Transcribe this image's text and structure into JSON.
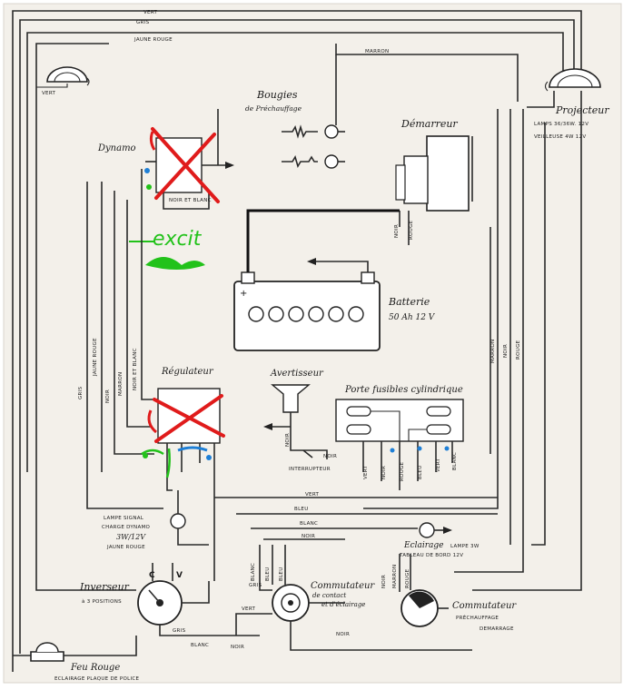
{
  "colors": {
    "paper": "#f3f0ea",
    "ink": "#2a2a2a",
    "cross_red": "#e01b1b",
    "annotation_green": "#22c21a",
    "dot_blue": "#1e7fd6"
  },
  "components": {
    "projecteur": {
      "title": "Projecteur",
      "spec1": "LAMPS 36/36W. 12V",
      "spec2": "VEILLEUSE 4W 12V"
    },
    "bougies": {
      "title": "Bougies",
      "subtitle": "de Préchauffage"
    },
    "demarreur": {
      "title": "Démarreur"
    },
    "dynamo": {
      "title": "Dynamo",
      "terminal_label": "NOIR ET BLANC"
    },
    "annotation": {
      "text": "excit"
    },
    "batterie": {
      "title": "Batterie",
      "spec": "50 Ah 12 V"
    },
    "regulateur": {
      "title": "Régulateur"
    },
    "avertisseur": {
      "title": "Avertisseur"
    },
    "porte_fusibles": {
      "title": "Porte fusibles cylindrique"
    },
    "interrupteur": {
      "title": "INTERRUPTEUR"
    },
    "lampe_signal": {
      "line1": "LAMPE SIGNAL",
      "line2": "CHARGE DYNAMO",
      "line3": "3W/12V",
      "line4": "JAUNE ROUGE"
    },
    "eclairage": {
      "title": "Eclairage",
      "spec": "LAMPE 3W",
      "sub": "TABLEAU DE BORD 12V"
    },
    "inverseur": {
      "title": "Inverseur",
      "sub": "à 3 POSITIONS",
      "c": "C",
      "v": "V"
    },
    "commutateur_contact": {
      "title": "Commutateur",
      "sub1": "de contact",
      "sub2": "et d'éclairage"
    },
    "commutateur_prechauffage": {
      "title": "Commutateur",
      "sub1": "PRÉCHAUFFAGE",
      "sub2": "DEMARRAGE"
    },
    "feu_rouge": {
      "title": "Feu Rouge",
      "sub": "ECLAIRAGE PLAQUE DE POLICE"
    }
  },
  "wire_labels": {
    "top_vert": "VERT",
    "top_gris": "GRIS",
    "top_jaune_rouge": "JAUNE ROUGE",
    "marron_top": "MARRON",
    "vert_left_lamp": "VERT",
    "noir_demarreur": "NOIR",
    "rouge_demarreur": "ROUGE",
    "vert_mid": "VERT",
    "bleu_mid": "BLEU",
    "blanc_mid": "BLANC",
    "noir_mid": "NOIR",
    "gris_left": "GRIS",
    "jaune_rouge_left": "JAUNE ROUGE",
    "noir_left": "NOIR",
    "marron_left": "MARRON",
    "noir_blanc_left": "NOIR ET BLANC",
    "marron_right": "MARRON",
    "noir_right": "NOIR",
    "rouge_right": "ROUGE",
    "gris_bottom": "GRIS",
    "blanc_bottom": "BLANC",
    "noir_bottom": "NOIR",
    "vert_bottom": "VERT",
    "noir_bottom2": "NOIR",
    "gris_inverseur": "GRIS",
    "blanc_comm": "BLANC",
    "bleu_comm": "BLEU",
    "bleu_comm2": "BLEU",
    "rouge_comm": "ROUGE",
    "marron_comm": "MARRON",
    "noir_comm": "NOIR",
    "vert_fuse": "VERT",
    "noir_fuse": "NOIR",
    "rouge_fuse": "ROUGE",
    "bleu_fuse": "BLEU",
    "vert_fuse2": "VERT",
    "blanc_fuse": "BLANC",
    "noir_avert": "NOIR",
    "noir_interr": "NOIR"
  }
}
